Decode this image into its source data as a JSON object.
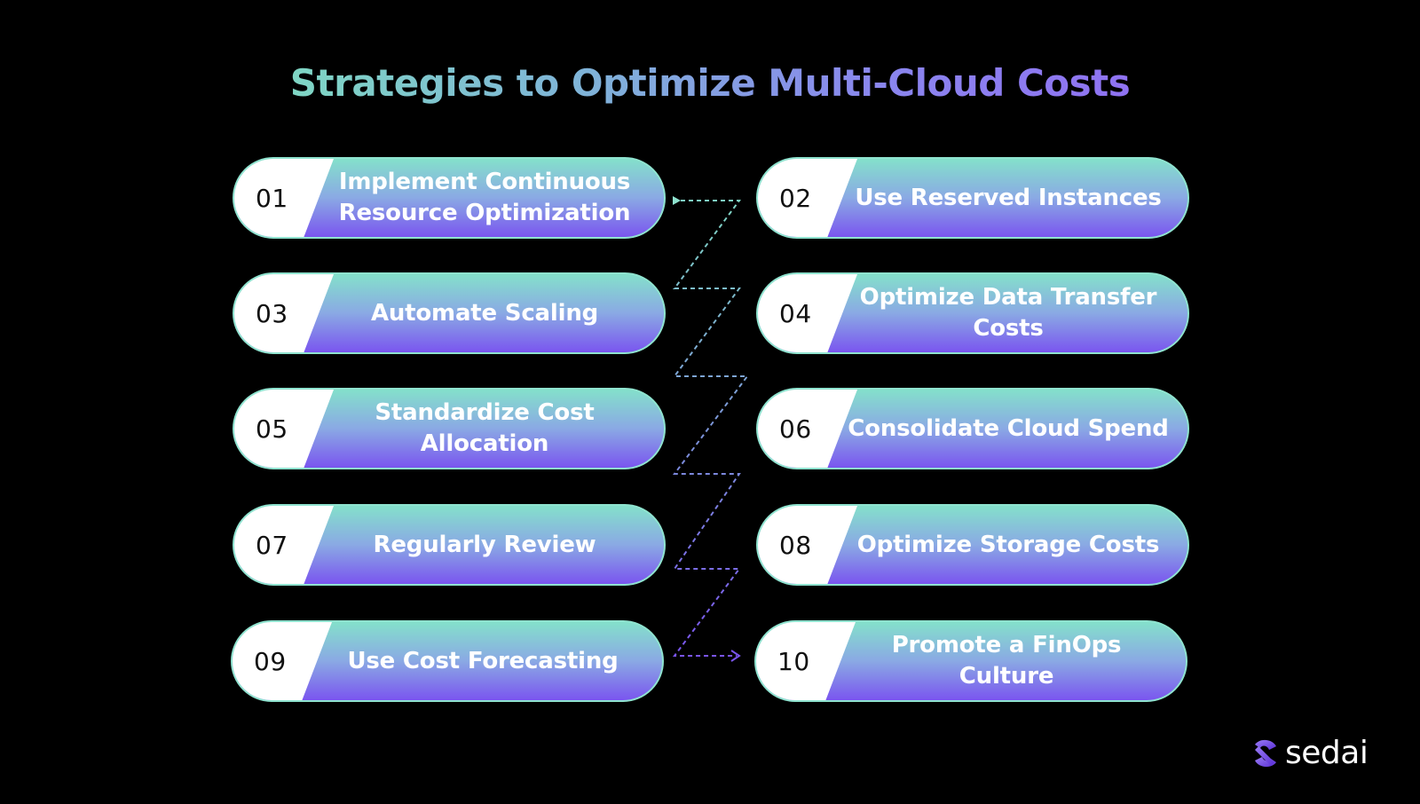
{
  "title": "Strategies to Optimize Multi-Cloud Costs",
  "strategies": [
    {
      "number": "01",
      "label": "Implement Continuous Resource Optimization"
    },
    {
      "number": "02",
      "label": "Use Reserved Instances"
    },
    {
      "number": "03",
      "label": "Automate Scaling"
    },
    {
      "number": "04",
      "label": "Optimize Data Transfer Costs"
    },
    {
      "number": "05",
      "label": "Standardize Cost Allocation"
    },
    {
      "number": "06",
      "label": "Consolidate Cloud Spend"
    },
    {
      "number": "07",
      "label": "Regularly Review"
    },
    {
      "number": "08",
      "label": "Optimize Storage Costs"
    },
    {
      "number": "09",
      "label": "Use Cost Forecasting"
    },
    {
      "number": "10",
      "label": "Promote a FinOps Culture"
    }
  ],
  "logo": {
    "text": "sedai",
    "icon": "sedai-logo-icon"
  },
  "colors": {
    "background": "#000000",
    "pill_top": "#84e0cb",
    "pill_bottom": "#7a55ef",
    "title_start": "#7fd6c4",
    "title_end": "#8f72f2"
  }
}
